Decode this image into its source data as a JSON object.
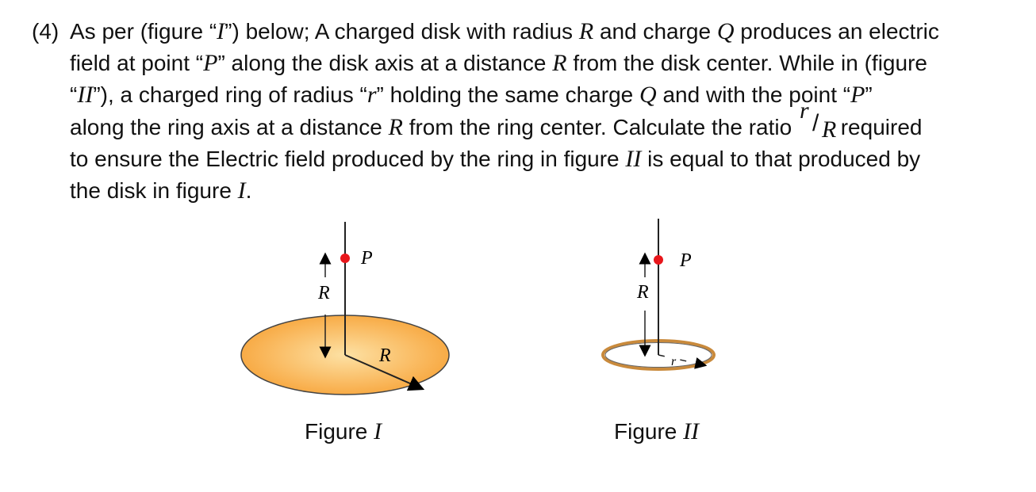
{
  "problem": {
    "number": "(4)",
    "l1": [
      "As per (figure “",
      "I",
      "”) below; A charged disk with radius ",
      "R",
      " and charge ",
      "Q",
      " produces an electric"
    ],
    "l2": [
      "field at point “",
      "P",
      "” along the disk axis at a distance ",
      "R",
      " from the disk center. While in (figure"
    ],
    "l3": [
      "“",
      "II",
      "”), a charged ring of radius “",
      "r",
      "” holding the same charge ",
      "Q",
      " and with the point “",
      "P",
      "”"
    ],
    "l4": [
      "along the ring axis at a distance ",
      "R",
      " from the ring center. Calculate the ratio ",
      " required"
    ],
    "ratio": {
      "num": "r",
      "slash": "/",
      "den": "R"
    },
    "l5": [
      "to ensure the Electric field produced by the ring in figure ",
      "II",
      " is equal to that produced by"
    ],
    "l6": [
      "the disk in figure ",
      "I",
      "."
    ]
  },
  "figure1": {
    "point_label": "P",
    "height_label": "R",
    "radius_label": "R",
    "caption_text": "Figure ",
    "caption_roman": "I",
    "disk_fill_center": "#fde1a4",
    "disk_fill_edge": "#f7a033",
    "point_color": "#e8161b"
  },
  "figure2": {
    "point_label": "P",
    "height_label": "R",
    "radius_label": "r",
    "caption_text": "Figure ",
    "caption_roman": "II",
    "ring_color": "#c98a3c",
    "point_color": "#e8161b"
  }
}
